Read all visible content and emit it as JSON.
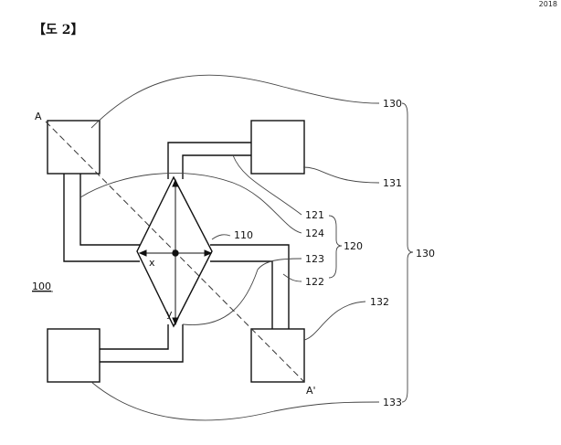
{
  "page": {
    "number": "2018",
    "figure_title": "【도 2】"
  },
  "diagram": {
    "reference_numerals": {
      "device": "100",
      "element": "110",
      "group_120": "120",
      "part_121": "121",
      "part_122": "122",
      "part_123": "123",
      "part_124": "124",
      "group_130_top": "130",
      "group_130_brace": "130",
      "pad_131": "131",
      "pad_132": "132",
      "pad_133": "133"
    },
    "axis_labels": {
      "x": "x",
      "y": "y"
    },
    "section_labels": {
      "start": "A",
      "end": "A'"
    },
    "colors": {
      "line": "#111111",
      "leader": "#444444"
    }
  }
}
